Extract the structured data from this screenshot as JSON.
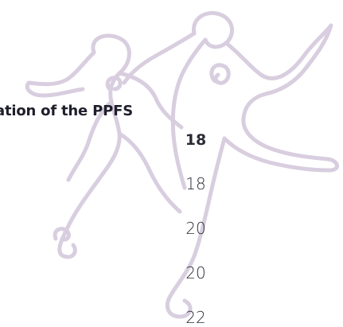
{
  "section_heading": "ation of the PPFS",
  "page_numbers": [
    "18",
    "18",
    "20",
    "20",
    "22"
  ],
  "watermark": {
    "icon": "dancing-figures-icon",
    "color": "#d9cfdf"
  }
}
